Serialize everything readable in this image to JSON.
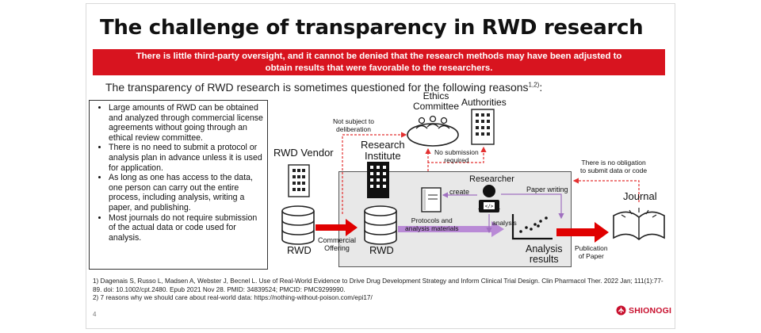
{
  "slide": {
    "title": "The challenge of transparency in RWD research",
    "banner_line1": "There is little third-party oversight, and it cannot be denied that the research methods may have been adjusted to",
    "banner_line2": "obtain results that were favorable to the researchers.",
    "intro_text": "The transparency of RWD research is sometimes questioned for the following reasons",
    "intro_sup": "1,2)",
    "intro_end": ":",
    "reasons": [
      "Large amounts of RWD can be obtained and analyzed through commercial license agreements without going through an ethical review committee.",
      "There is no need to submit a protocol or analysis plan in advance unless it is used for application.",
      "As long as one has access to the data, one person can carry out the entire process, including analysis, writing a paper, and publishing.",
      "Most journals do not require submission of the actual data or code used for analysis."
    ],
    "references": [
      "1) Dagenais S, Russo L, Madsen A, Webster J, Becnel L. Use of Real-World Evidence to Drive Drug Development Strategy and Inform Clinical Trial Design. Clin Pharmacol Ther. 2022 Jan; 111(1):77-89. doi: 10.1002/cpt.2480. Epub 2021 Nov 28. PMID: 34839524; PMCID: PMC9299990.",
      "2) 7 reasons why we should care about real-world data: https://nothing-without-poison.com/epi17/"
    ],
    "page_number": "4",
    "logo_text": "SHIONOGI"
  },
  "diagram": {
    "ethics_committee": "Ethics\nCommittee",
    "authorities": "Authorities",
    "not_subject": "Not subject to\ndeliberation",
    "no_submission": "No submission\nrequired",
    "rwd_vendor": "RWD Vendor",
    "research_institute": "Research\nInstitute",
    "researcher": "Researcher",
    "create": "create",
    "paper_writing": "Paper writing",
    "protocols": "Protocols and\nanalysis materials",
    "analysis": "analysis",
    "no_obligation": "There is no obligation\nto submit data or code",
    "journal": "Journal",
    "rwd_left": "RWD",
    "rwd_right": "RWD",
    "commercial": "Commercial\nOffering",
    "analysis_results": "Analysis\nresults",
    "publication": "Publication\nof Paper"
  },
  "colors": {
    "banner_red": "#d8141f",
    "arrow_red": "#e00000",
    "dashed_red": "#e33030",
    "arrow_purple": "#a070c0"
  }
}
